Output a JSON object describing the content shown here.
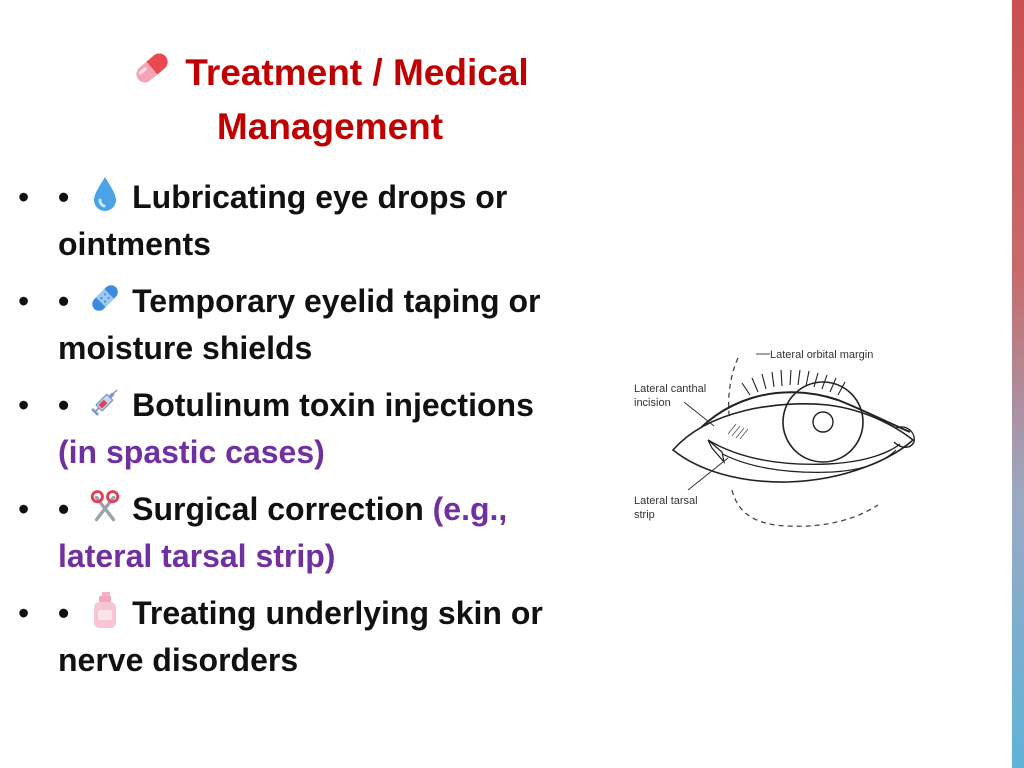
{
  "slide": {
    "title_line1": "Treatment / Medical",
    "title_line2": "Management",
    "title_icon": "pill-icon",
    "bullet_glyph": "•",
    "items": [
      {
        "prefix": "•",
        "icon": "droplet-icon",
        "text": "Lubricating eye drops or ointments",
        "note": ""
      },
      {
        "prefix": "•",
        "icon": "bandage-icon",
        "text": "Temporary eyelid taping or moisture shields",
        "note": ""
      },
      {
        "prefix": "•",
        "icon": "syringe-icon",
        "text": "Botulinum toxin injections",
        "note": "(in spastic cases)"
      },
      {
        "prefix": "•",
        "icon": "scissors-icon",
        "text": "Surgical correction",
        "note": "(e.g., lateral tarsal strip)"
      },
      {
        "prefix": "•",
        "icon": "lotion-bottle-icon",
        "text": "Treating underlying skin or nerve disorders",
        "note": ""
      }
    ],
    "colors": {
      "title": "#c00000",
      "note": "#7030a0",
      "text": "#111111"
    }
  },
  "figure": {
    "labels": {
      "orbital_margin": "Lateral orbital margin",
      "canthal_1": "Lateral canthal",
      "canthal_2": "incision",
      "strip_1": "Lateral tarsal",
      "strip_2": "strip"
    }
  }
}
